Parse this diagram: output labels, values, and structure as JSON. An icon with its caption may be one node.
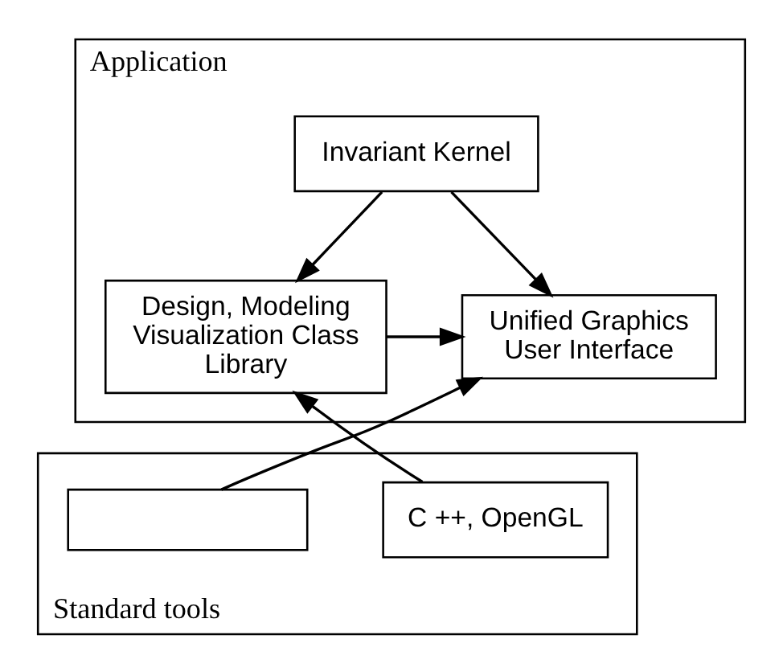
{
  "diagram": {
    "nodes": [
      {
        "text": [
          "Application"
        ]
      },
      {
        "text": [
          "Invariant Kernel"
        ],
        "in": 0
      },
      {
        "text": [
          "Design, Modeling Visualization Class Library"
        ],
        "in": 0
      },
      {
        "text": [
          "Unified Graphics User Interface"
        ],
        "in": 0
      },
      {
        "text": [
          "Standard tools"
        ]
      },
      {
        "text": [
          "C ++, OpenGL"
        ],
        "in": 4
      },
      {
        "text": [],
        "shape": "box",
        "in": 4
      }
    ],
    "edges": [
      {
        "from": 1,
        "to": 2,
        "arrow": "to"
      },
      {
        "from": 1,
        "to": 3,
        "arrow": "to"
      },
      {
        "from": 2,
        "to": 3,
        "arrow": "to"
      },
      {
        "from": 5,
        "to": 2,
        "arrow": "to"
      },
      {
        "from": 6,
        "to": 3,
        "arrow": "to"
      }
    ]
  }
}
